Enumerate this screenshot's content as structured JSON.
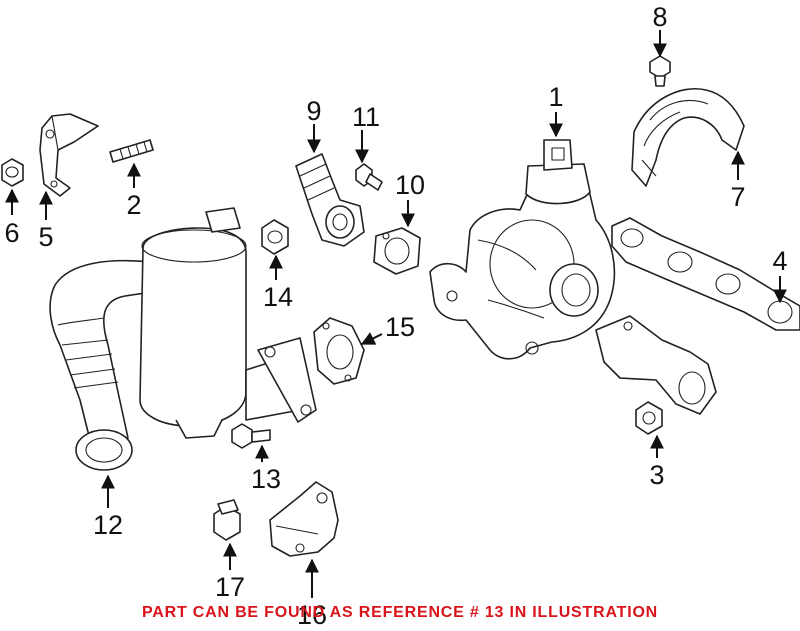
{
  "colors": {
    "note": "#d8141a",
    "line": "#222222",
    "background": "#ffffff"
  },
  "callouts": [
    {
      "id": "1",
      "label": "1"
    },
    {
      "id": "2",
      "label": "2"
    },
    {
      "id": "3",
      "label": "3"
    },
    {
      "id": "4",
      "label": "4"
    },
    {
      "id": "5",
      "label": "5"
    },
    {
      "id": "6",
      "label": "6"
    },
    {
      "id": "7",
      "label": "7"
    },
    {
      "id": "8",
      "label": "8"
    },
    {
      "id": "9",
      "label": "9"
    },
    {
      "id": "10",
      "label": "10"
    },
    {
      "id": "11",
      "label": "11"
    },
    {
      "id": "12",
      "label": "12"
    },
    {
      "id": "13",
      "label": "13"
    },
    {
      "id": "14",
      "label": "14"
    },
    {
      "id": "15",
      "label": "15"
    },
    {
      "id": "16",
      "label": "16"
    },
    {
      "id": "17",
      "label": "17"
    }
  ],
  "footer_note": "PART CAN BE FOUND AS REFERENCE # 13 IN ILLUSTRATION"
}
